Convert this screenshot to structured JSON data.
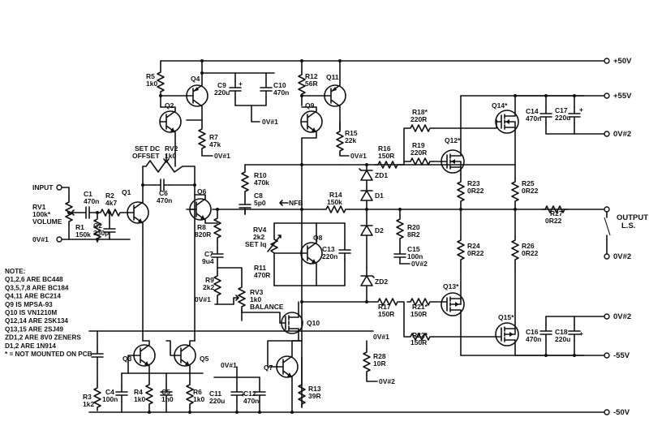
{
  "rails": {
    "plus50": "+50V",
    "plus55": "+55V",
    "minus55": "-55V",
    "minus50": "-50V"
  },
  "grounds": {
    "g1": "0V#1",
    "g2": "0V#2"
  },
  "input": {
    "label": "INPUT",
    "rv1_name": "RV1",
    "rv1_value": "100k*",
    "rv1_func": "VOLUME"
  },
  "output": {
    "line1": "OUTPUT",
    "line2": "L.S."
  },
  "nfb": "NFB",
  "trim": {
    "rv2_func1": "SET DC",
    "rv2_func2": "OFFSET",
    "rv2_name": "RV2",
    "rv2_value": "1k0",
    "rv3_name": "RV3",
    "rv3_value": "1k0",
    "rv3_func": "BALANCE",
    "rv4_name": "RV4",
    "rv4_value": "2k2",
    "rv4_func": "SET Iq"
  },
  "transistors": {
    "q1": "Q1",
    "q2": "Q2",
    "q3": "Q3",
    "q4": "Q4",
    "q5": "Q5",
    "q6": "Q6",
    "q7": "Q7",
    "q8": "Q8",
    "q9": "Q9",
    "q10": "Q10",
    "q11": "Q11",
    "q12": "Q12*",
    "q13": "Q13*",
    "q14": "Q14*",
    "q15": "Q15*"
  },
  "parts": {
    "c1": "C1",
    "c1v": "470n",
    "r2": "R2",
    "r2v": "4k7",
    "r1": "R1",
    "r1v": "150k",
    "c2": "C2",
    "c2v": "330p",
    "r5": "R5",
    "r5v": "1k0",
    "c9": "C9",
    "c9v": "220u",
    "c10": "C10",
    "c10v": "470n",
    "r7": "R7",
    "r7v": "47k",
    "c6": "C6",
    "c6v": "470n",
    "r8": "R8",
    "r8v": "820R",
    "c7": "C7",
    "c7v": "9u4",
    "r9": "R9",
    "r9v": "2k2",
    "r12": "R12",
    "r12v": "56R",
    "r15": "R15",
    "r15v": "22k",
    "r10": "R10",
    "r10v": "470k",
    "c8": "C8",
    "c8v": "5p0",
    "r11": "R11",
    "r11v": "470R",
    "c13": "C13",
    "c13v": "220n",
    "r16": "R16",
    "r16v": "150R",
    "r18": "R18*",
    "r18v": "220R",
    "r19": "R19",
    "r19v": "220R",
    "zd1": "ZD1",
    "d1": "D1",
    "d2": "D2",
    "zd2": "ZD2",
    "r14": "R14",
    "r14v": "150k",
    "r20": "R20",
    "r20v": "8R2",
    "c15": "C15",
    "c15v": "100n",
    "r17": "R17",
    "r17v": "150R",
    "r21": "R21*",
    "r21v": "150R",
    "r22": "R22*",
    "r22v": "150R",
    "r28": "R28",
    "r28v": "10R",
    "r13": "R13",
    "r13v": "39R",
    "r23": "R23",
    "r23v": "0R22",
    "r24": "R24",
    "r24v": "0R22",
    "r25": "R25",
    "r25v": "0R22",
    "r26": "R26",
    "r26v": "0R22",
    "r27": "R27",
    "r27v": "0R22",
    "c14": "C14",
    "c14v": "470n",
    "c17": "C17",
    "c17v": "220u",
    "c16": "C16",
    "c16v": "470n",
    "c18": "C18",
    "c18v": "220u",
    "r3": "R3",
    "r3v": "1k2",
    "c4": "C4",
    "c4v": "100n",
    "r4": "R4",
    "r4v": "1k0",
    "c5": "C5",
    "c5v": "1n0",
    "r6": "R6",
    "r6v": "1k0",
    "c11": "C11",
    "c11v": "220u",
    "c12": "C12",
    "c12v": "470n"
  },
  "notes": [
    "NOTE:",
    "Q1,2,6 ARE BC448",
    "Q3,5,7,8 ARE BC184",
    "Q4,11 ARE BC214",
    "Q9 IS MPSA-93",
    "Q10 IS VN1210M",
    "Q12,14 ARE 2SK134",
    "Q13,15 ARE 2SJ49",
    "ZD1,2 ARE 8V0 ZENERS",
    "D1,2 ARE 1N914",
    "* = NOT MOUNTED ON PCB"
  ]
}
